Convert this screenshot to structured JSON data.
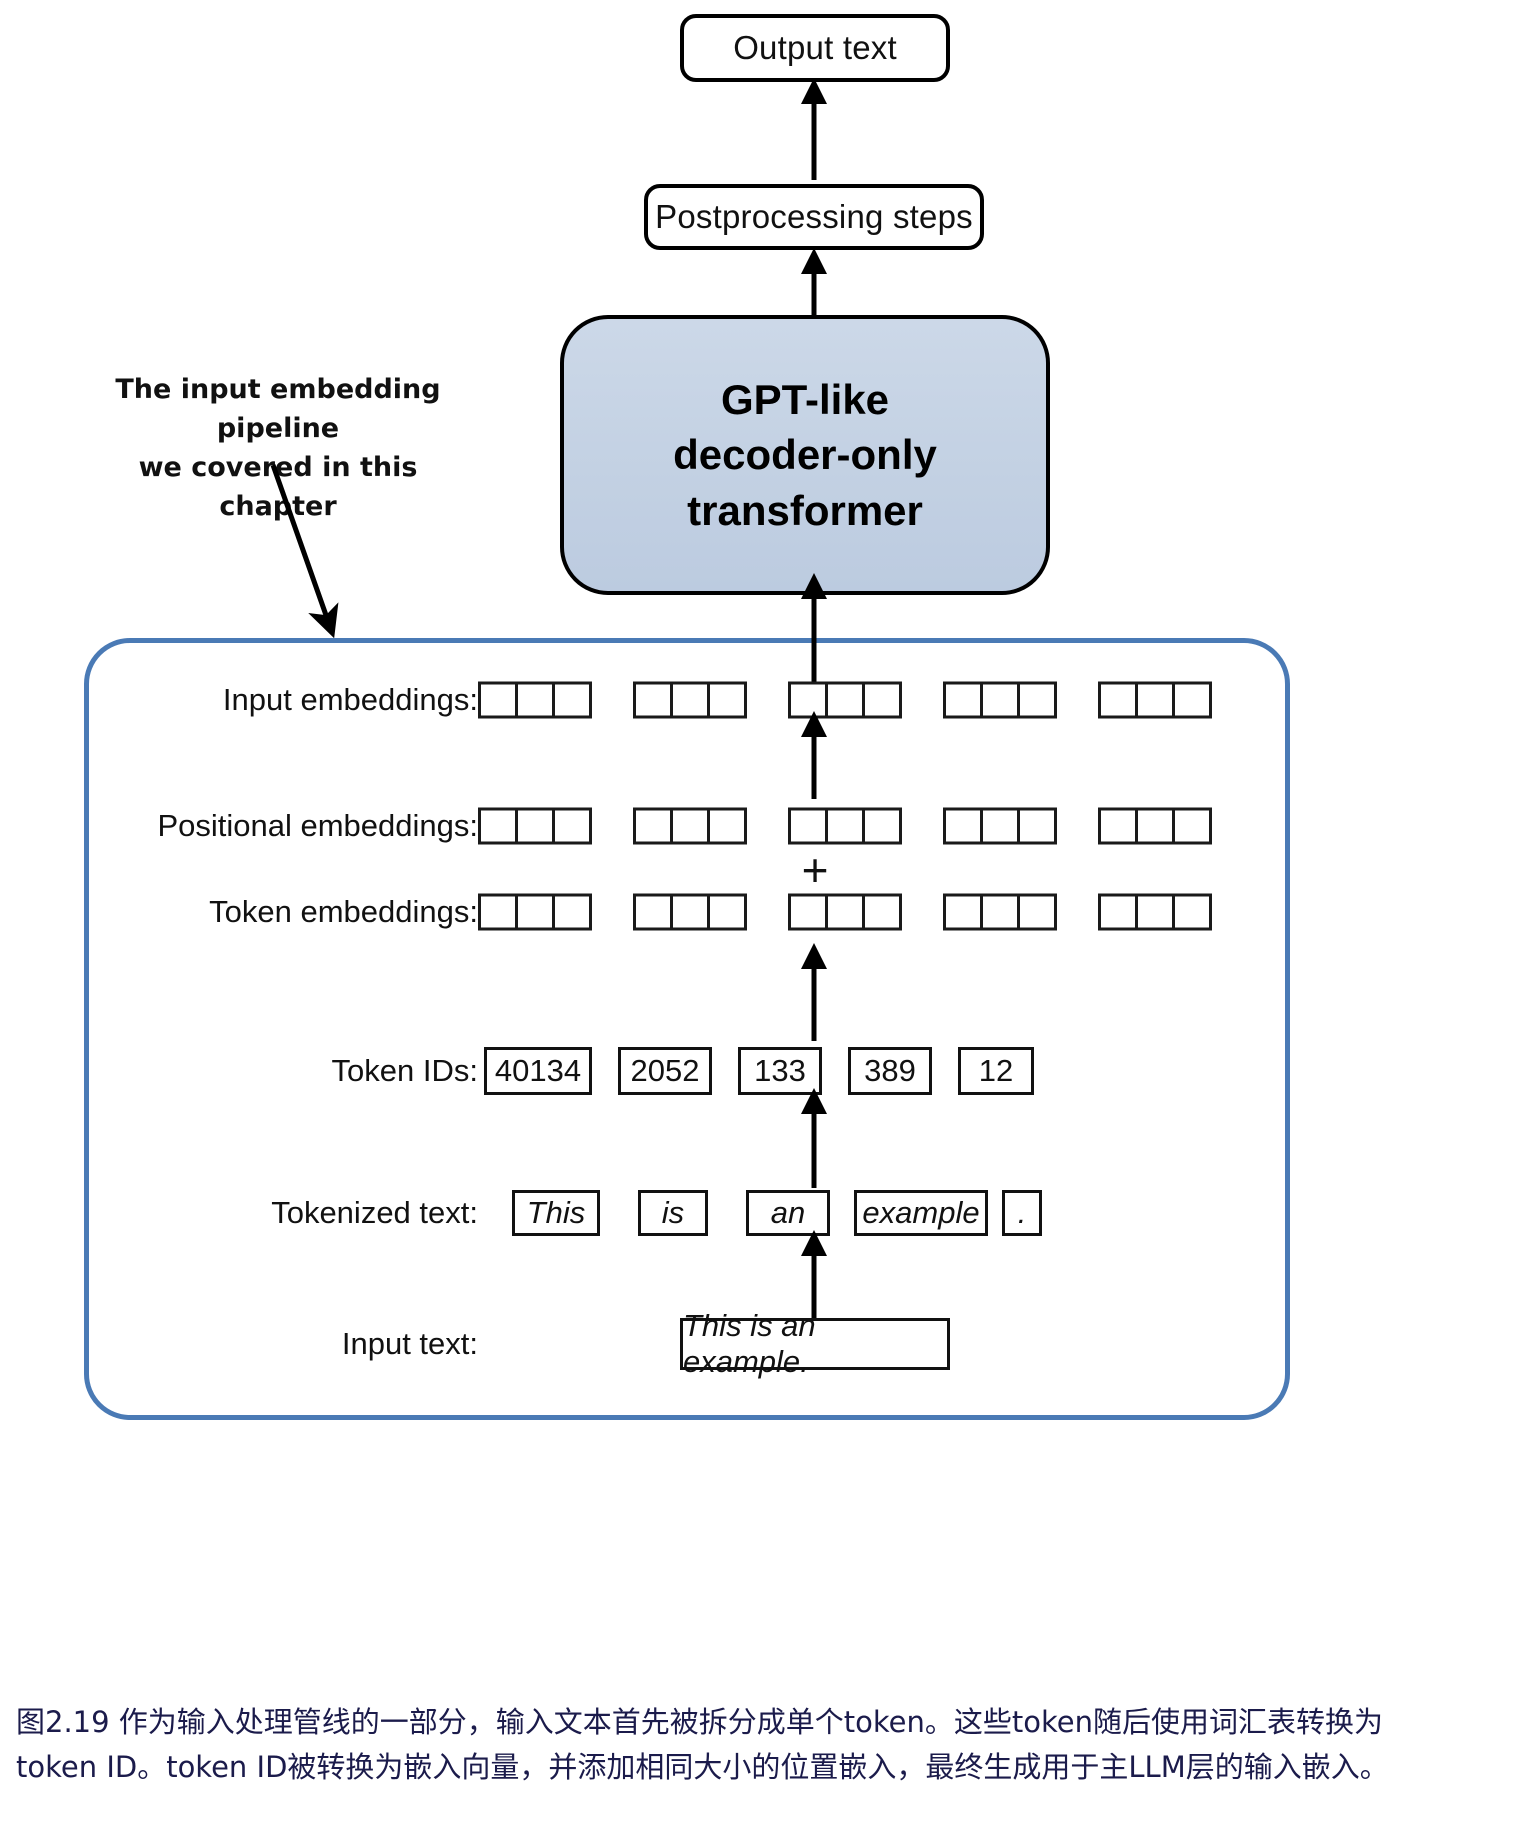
{
  "figure": {
    "top_boxes": {
      "output_text": "Output text",
      "postprocessing": "Postprocessing steps",
      "transformer_line1": "GPT-like",
      "transformer_line2": "decoder-only",
      "transformer_line3": "transformer"
    },
    "callout": {
      "line1": "The input embedding pipeline",
      "line2": "we covered in this chapter"
    },
    "rows": {
      "input_embeddings_label": "Input embeddings:",
      "positional_embeddings_label": "Positional embeddings:",
      "token_embeddings_label": "Token embeddings:",
      "token_ids_label": "Token IDs:",
      "tokenized_text_label": "Tokenized text:",
      "input_text_label": "Input text:"
    },
    "plus_symbol": "+",
    "token_ids": [
      "40134",
      "2052",
      "133",
      "389",
      "12"
    ],
    "tokenized_text": [
      "This",
      "is",
      "an",
      "example",
      "."
    ],
    "input_text": "This is an example.",
    "embedding_groups": 5,
    "embedding_cells_per_group": 3,
    "colors": {
      "transformer_fill": "#c3d1e3",
      "container_border": "#4a7ab5",
      "caption_text": "#1b1b4b",
      "stroke": "#000000"
    }
  },
  "caption": {
    "line1": "图2.19 作为输入处理管线的一部分，输入文本首先被拆分成单个token。这些token随后使用词汇表转换为",
    "line2": "token ID。token ID被转换为嵌入向量，并添加相同大小的位置嵌入，最终生成用于主LLM层的输入嵌入。"
  }
}
